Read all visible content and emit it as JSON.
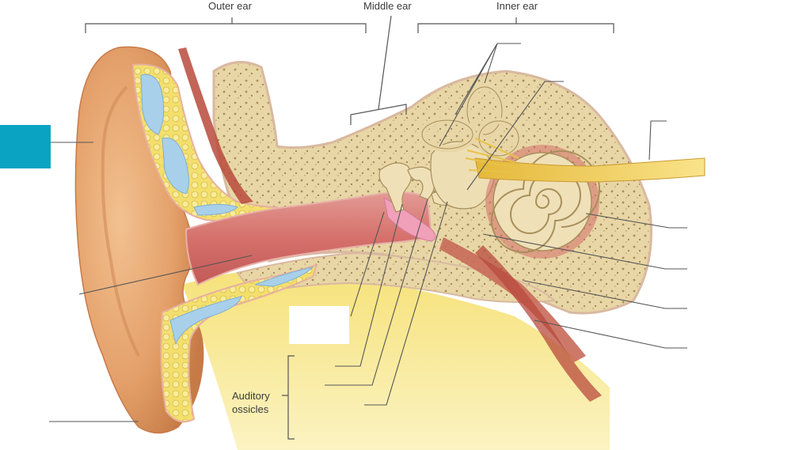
{
  "regions": {
    "outer_ear": "Outer ear",
    "middle_ear": "Middle ear",
    "inner_ear": "Inner ear"
  },
  "ossicles_group": {
    "line1": "Auditory",
    "line2": "ossicles"
  },
  "colors": {
    "answer_box_filled": "#0aa3c2",
    "answer_box_blank": "#ffffff",
    "skin": "#e8a770",
    "bone": "#e6d3a0",
    "canal": "#d97f7b",
    "nerve": "#f0d060",
    "cartilage": "#a9d0ea",
    "muscle": "#b84a3c"
  }
}
